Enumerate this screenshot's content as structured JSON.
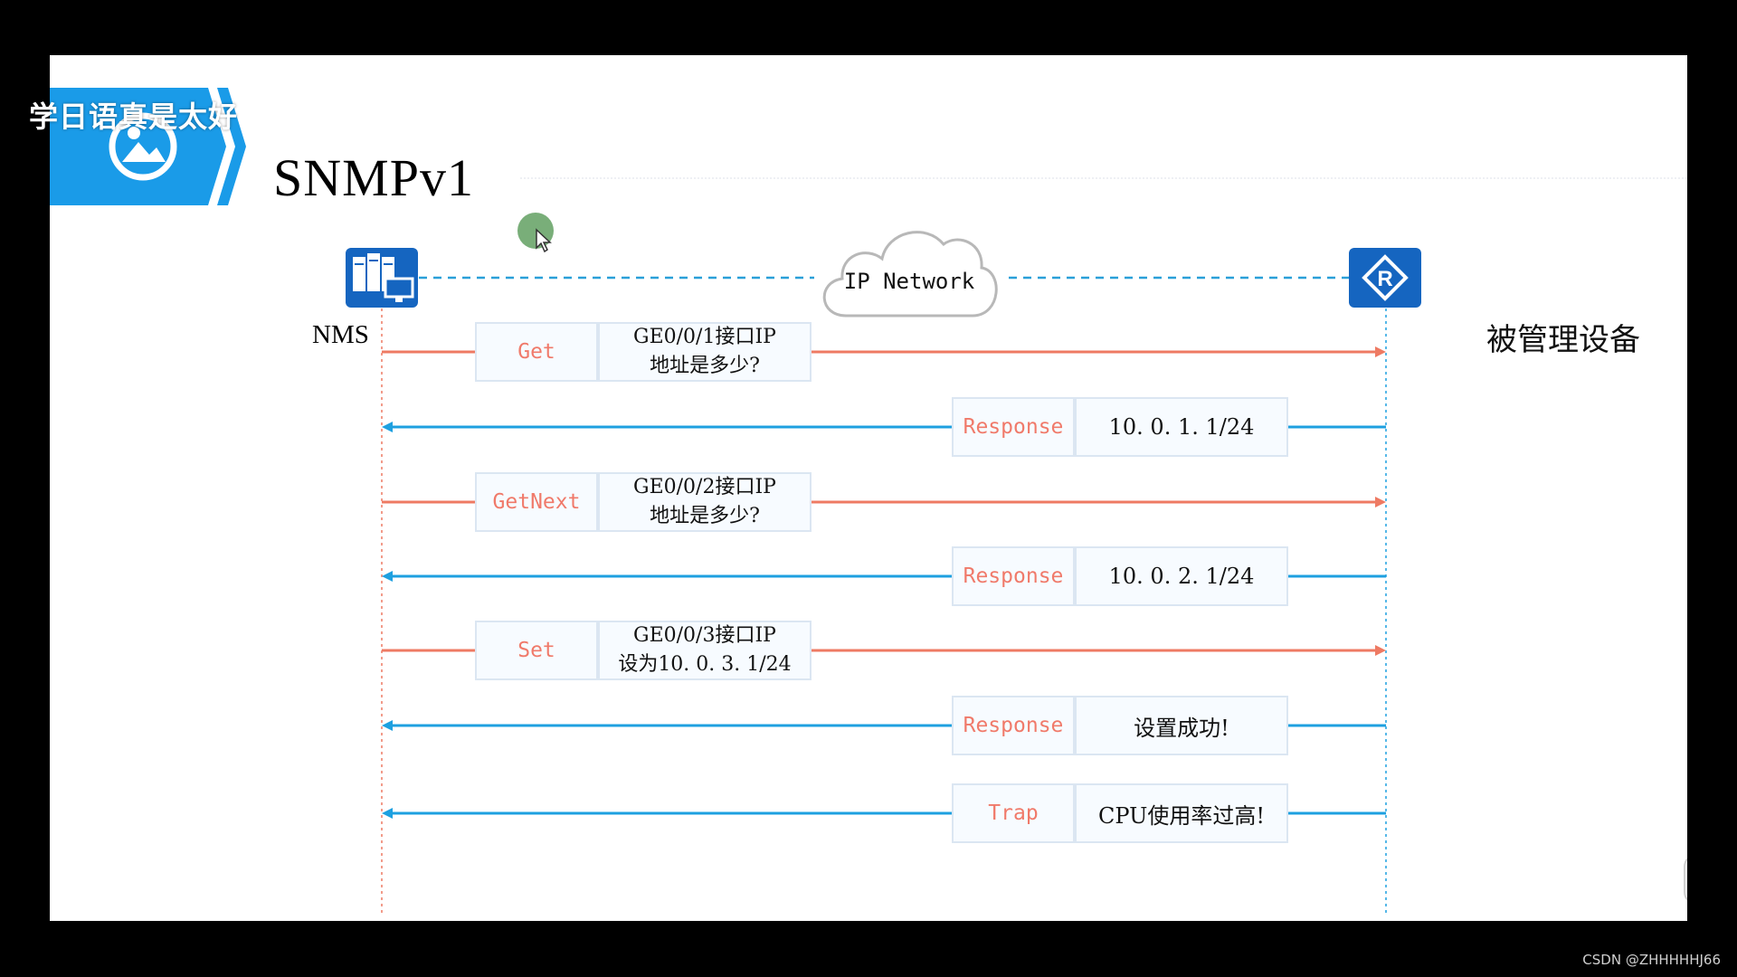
{
  "overlay_text": "学日语真是太好",
  "slide": {
    "title": "SNMPv1",
    "nms_label": "NMS",
    "cloud_label": "IP Network",
    "device_label": "被管理设备",
    "device_icon_letter": "R"
  },
  "messages": [
    {
      "direction": "request",
      "type": "Get",
      "content": "GE0/0/1接口IP\n地址是多少?"
    },
    {
      "direction": "response",
      "type": "Response",
      "content": "10. 0. 1. 1/24"
    },
    {
      "direction": "request",
      "type": "GetNext",
      "content": "GE0/0/2接口IP\n地址是多少?"
    },
    {
      "direction": "response",
      "type": "Response",
      "content": "10. 0. 2. 1/24"
    },
    {
      "direction": "request",
      "type": "Set",
      "content": "GE0/0/3接口IP\n设为10. 0. 3. 1/24"
    },
    {
      "direction": "response",
      "type": "Response",
      "content": "设置成功!"
    },
    {
      "direction": "response",
      "type": "Trap",
      "content": "CPU使用率过高!"
    }
  ],
  "colors": {
    "request_arrow": "#ee7a63",
    "response_arrow": "#1ea0e0",
    "badge_blue": "#1a9be8",
    "icon_blue": "#1565c0"
  },
  "icons": {
    "header": "image-icon",
    "nms": "server-monitor-icon",
    "device": "router-icon",
    "player": "play-icon"
  },
  "watermark": "CSDN @ZHHHHHJ66"
}
